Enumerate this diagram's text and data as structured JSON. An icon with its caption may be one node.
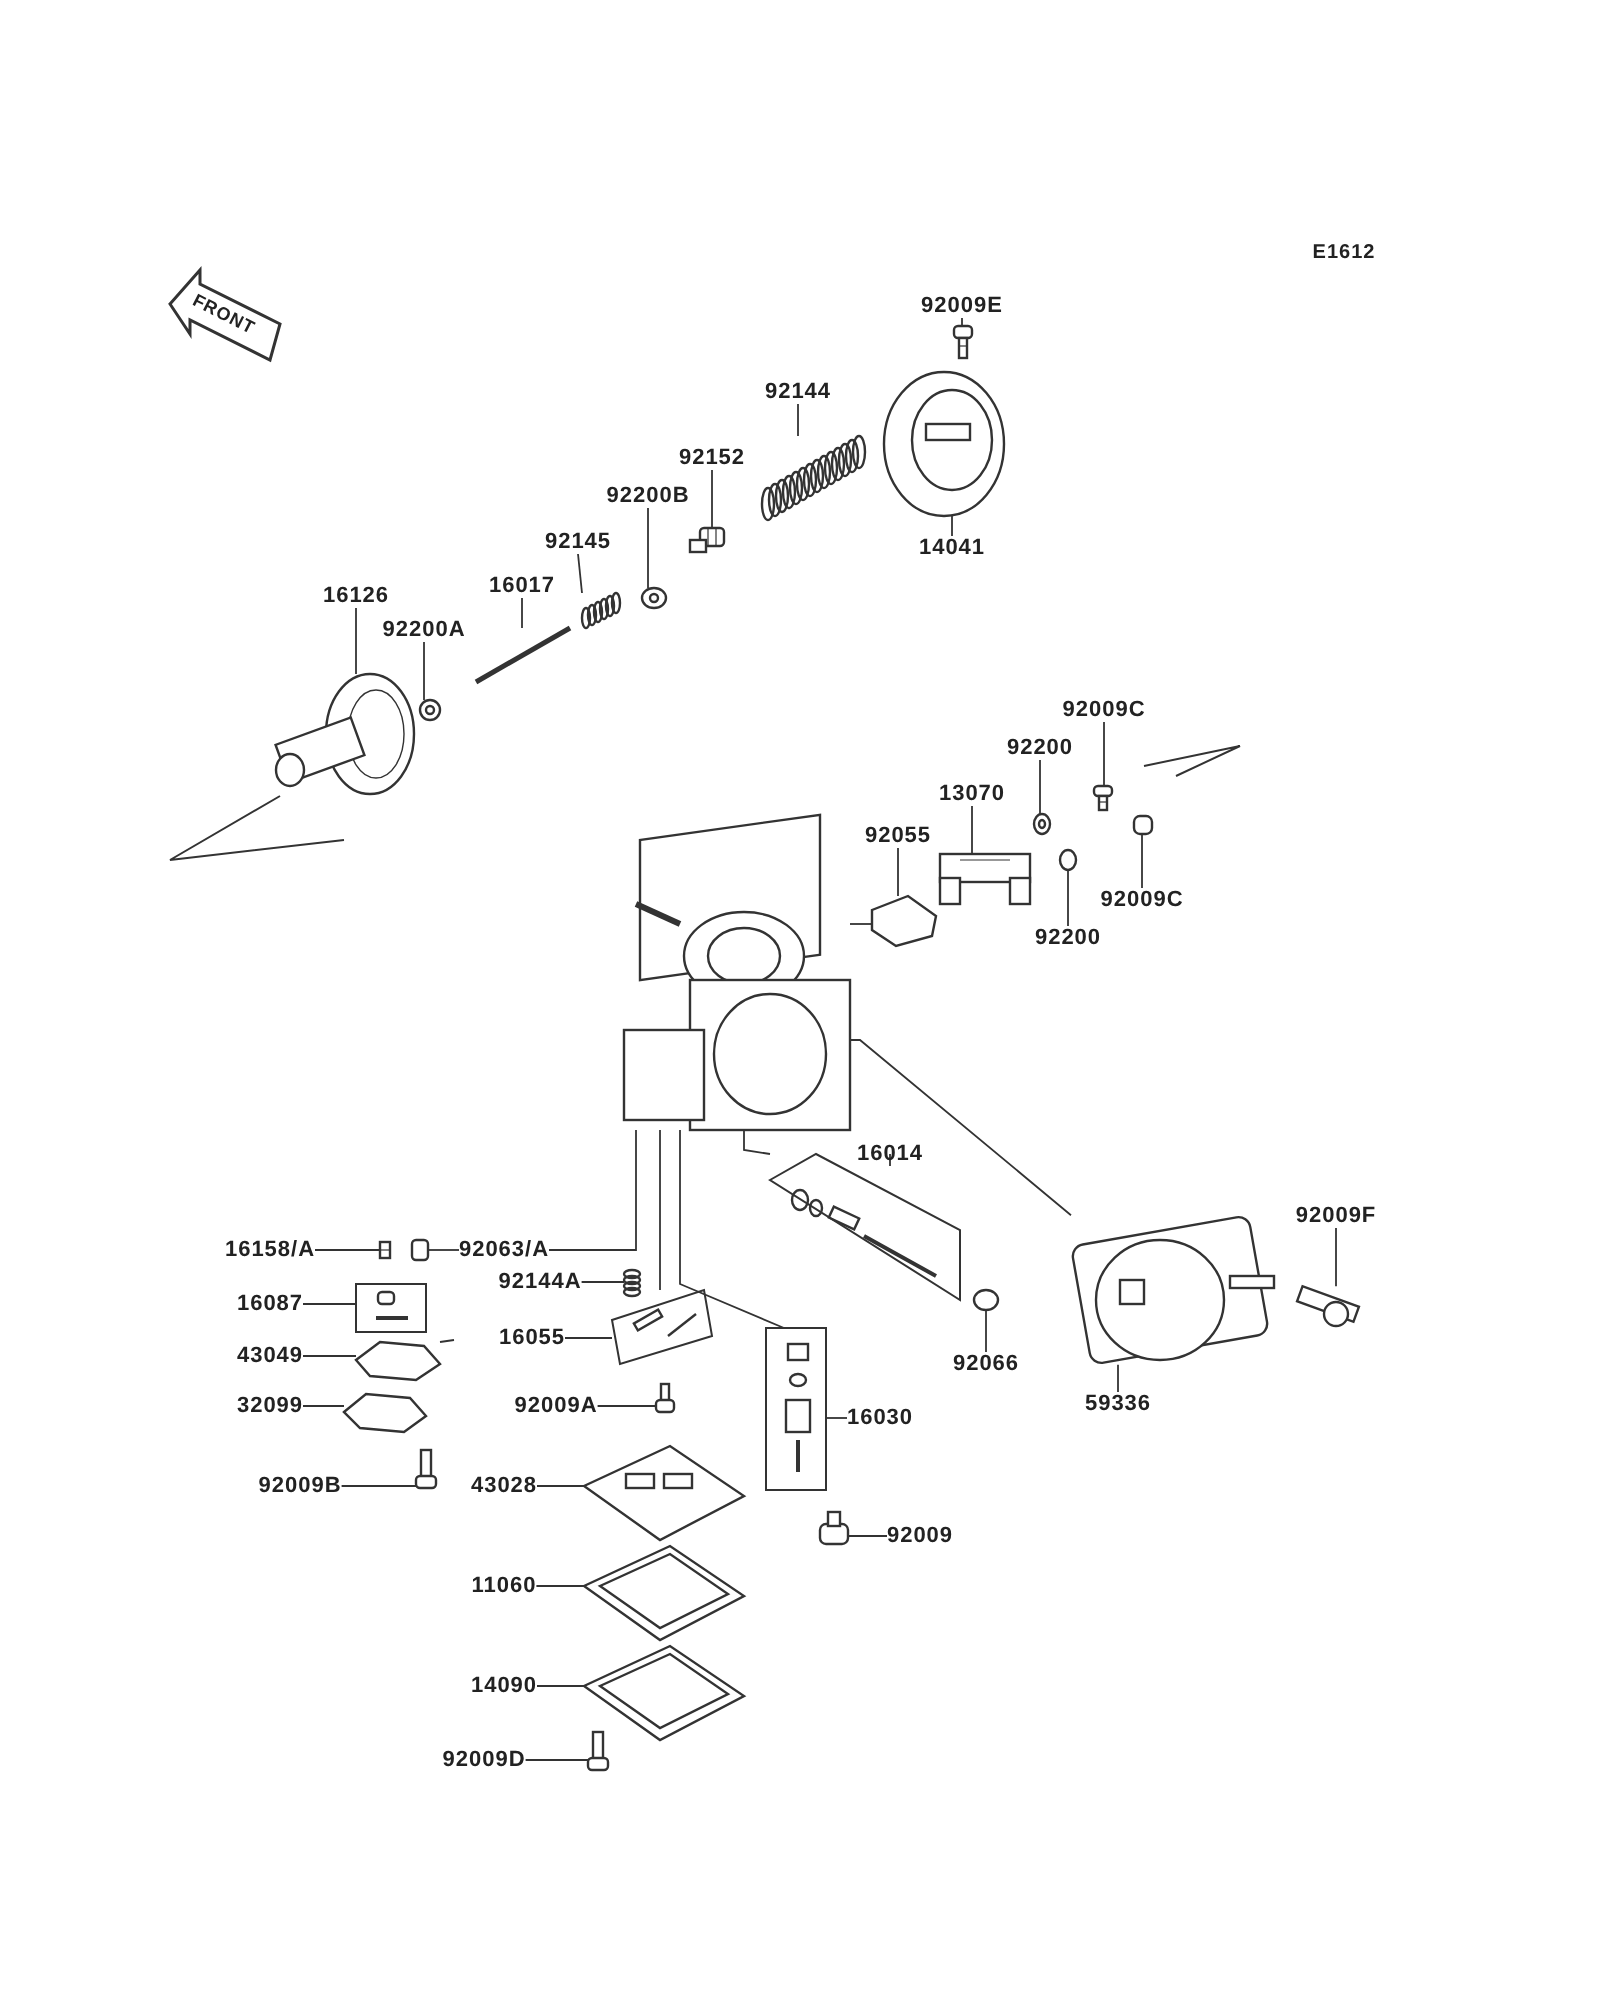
{
  "diagram": {
    "nodes": [
      {
        "text": [
          "92009E"
        ]
      },
      {
        "text": [
          "92144"
        ]
      },
      {
        "text": [
          "92152"
        ]
      },
      {
        "text": [
          "92200B"
        ]
      },
      {
        "text": [
          "92145"
        ]
      },
      {
        "text": [
          "16017"
        ]
      },
      {
        "text": [
          "16126"
        ]
      },
      {
        "text": [
          "92200A"
        ]
      },
      {
        "text": [
          "14041"
        ]
      },
      {
        "text": [
          "92009C"
        ]
      },
      {
        "text": [
          "92200"
        ]
      },
      {
        "text": [
          "13070"
        ]
      },
      {
        "text": [
          "92055"
        ]
      },
      {
        "text": [
          "92009C"
        ]
      },
      {
        "text": [
          "92200"
        ]
      },
      {
        "text": [
          "16014"
        ]
      },
      {
        "text": [
          "92009F"
        ]
      },
      {
        "text": [
          "16158/A"
        ]
      },
      {
        "text": [
          "92063/A"
        ]
      },
      {
        "text": [
          "92144A"
        ]
      },
      {
        "text": [
          "16087"
        ]
      },
      {
        "text": [
          "43049"
        ]
      },
      {
        "text": [
          "16055"
        ]
      },
      {
        "text": [
          "32099"
        ]
      },
      {
        "text": [
          "92009A"
        ]
      },
      {
        "text": [
          "16030"
        ]
      },
      {
        "text": [
          "92066"
        ]
      },
      {
        "text": [
          "59336"
        ]
      },
      {
        "text": [
          "92009B"
        ]
      },
      {
        "text": [
          "43028"
        ]
      },
      {
        "text": [
          "92009"
        ]
      },
      {
        "text": [
          "11060"
        ]
      },
      {
        "text": [
          "14090"
        ]
      },
      {
        "text": [
          "92009D"
        ]
      },
      {
        "text": [],
        "shape": "box"
      },
      {
        "text": [],
        "shape": "box"
      },
      {
        "text": [],
        "shape": "box"
      },
      {
        "text": [],
        "shape": "box"
      },
      {
        "text": [],
        "shape": "picture"
      },
      {
        "text": [],
        "shape": "picture"
      },
      {
        "text": [],
        "shape": "picture"
      },
      {
        "text": [],
        "shape": "picture"
      },
      {
        "text": [],
        "shape": "picture"
      },
      {
        "text": [],
        "shape": "picture"
      },
      {
        "text": [],
        "shape": "picture"
      },
      {
        "text": [],
        "shape": "picture"
      },
      {
        "text": [],
        "shape": "picture"
      },
      {
        "text": [],
        "shape": "picture"
      },
      {
        "text": [],
        "shape": "picture"
      },
      {
        "text": [],
        "shape": "picture"
      },
      {
        "text": [],
        "shape": "picture"
      },
      {
        "text": [],
        "shape": "picture"
      },
      {
        "text": [],
        "shape": "picture"
      },
      {
        "text": [],
        "shape": "picture"
      },
      {
        "text": [],
        "shape": "picture"
      },
      {
        "text": [],
        "shape": "picture"
      },
      {
        "text": [],
        "shape": "picture"
      },
      {
        "text": [],
        "shape": "picture"
      },
      {
        "text": [],
        "shape": "picture"
      },
      {
        "text": [],
        "shape": "picture"
      },
      {
        "text": [],
        "shape": "picture"
      },
      {
        "text": [],
        "shape": "picture"
      },
      {
        "text": [],
        "shape": "picture"
      },
      {
        "text": [],
        "shape": "picture"
      },
      {
        "text": [],
        "shape": "picture"
      },
      {
        "text": [],
        "shape": "picture"
      },
      {
        "text": [],
        "shape": "picture"
      },
      {
        "text": [],
        "shape": "picture"
      },
      {
        "text": [],
        "shape": "picture"
      }
    ],
    "edges": [
      {
        "from": 0,
        "to": 38,
        "arrow": "none"
      },
      {
        "from": 1,
        "to": 39,
        "arrow": "none"
      },
      {
        "from": 2,
        "to": 40,
        "arrow": "none"
      },
      {
        "from": 3,
        "to": 41,
        "arrow": "none"
      },
      {
        "from": 4,
        "to": 42,
        "arrow": "none"
      },
      {
        "from": 5,
        "to": 43,
        "arrow": "none"
      },
      {
        "from": 6,
        "to": 44,
        "arrow": "none"
      },
      {
        "from": 7,
        "to": 45,
        "arrow": "none"
      },
      {
        "from": 8,
        "to": 46,
        "arrow": "none"
      },
      {
        "from": 9,
        "to": 47,
        "arrow": "none"
      },
      {
        "from": 10,
        "to": 48,
        "arrow": "none"
      },
      {
        "from": 11,
        "to": 49,
        "arrow": "none"
      },
      {
        "from": 12,
        "to": 50,
        "arrow": "none"
      },
      {
        "from": 13,
        "to": 51,
        "arrow": "none"
      },
      {
        "from": 14,
        "to": 52,
        "arrow": "none"
      },
      {
        "from": 15,
        "to": 34,
        "arrow": "none"
      },
      {
        "from": 16,
        "to": 54,
        "arrow": "none"
      },
      {
        "from": 17,
        "to": 55,
        "arrow": "none"
      },
      {
        "from": 18,
        "to": 56,
        "arrow": "none"
      },
      {
        "from": 18,
        "to": 53,
        "arrow": "none"
      },
      {
        "from": 19,
        "to": 57,
        "arrow": "none"
      },
      {
        "from": 20,
        "to": 35,
        "arrow": "none"
      },
      {
        "from": 21,
        "to": 58,
        "arrow": "none"
      },
      {
        "from": 22,
        "to": 36,
        "arrow": "none"
      },
      {
        "from": 23,
        "to": 59,
        "arrow": "none"
      },
      {
        "from": 24,
        "to": 60,
        "arrow": "none"
      },
      {
        "from": 25,
        "to": 37,
        "arrow": "none"
      },
      {
        "from": 26,
        "to": 61,
        "arrow": "none"
      },
      {
        "from": 27,
        "to": 62,
        "arrow": "none"
      },
      {
        "from": 28,
        "to": 63,
        "arrow": "none"
      },
      {
        "from": 29,
        "to": 64,
        "arrow": "none"
      },
      {
        "from": 30,
        "to": 65,
        "arrow": "none"
      },
      {
        "from": 31,
        "to": 66,
        "arrow": "none"
      },
      {
        "from": 32,
        "to": 67,
        "arrow": "none"
      },
      {
        "from": 33,
        "to": 68,
        "arrow": "none"
      },
      {
        "from": 53,
        "to": 34,
        "arrow": "none"
      },
      {
        "from": 53,
        "to": 36,
        "arrow": "none"
      },
      {
        "from": 53,
        "to": 37,
        "arrow": "none"
      },
      {
        "from": 53,
        "to": 50,
        "arrow": "none"
      },
      {
        "from": 53,
        "to": 62,
        "arrow": "none"
      },
      {
        "from": 58,
        "to": null,
        "arrow": "none"
      }
    ],
    "labels": [
      "E1612",
      "FRONT"
    ]
  }
}
